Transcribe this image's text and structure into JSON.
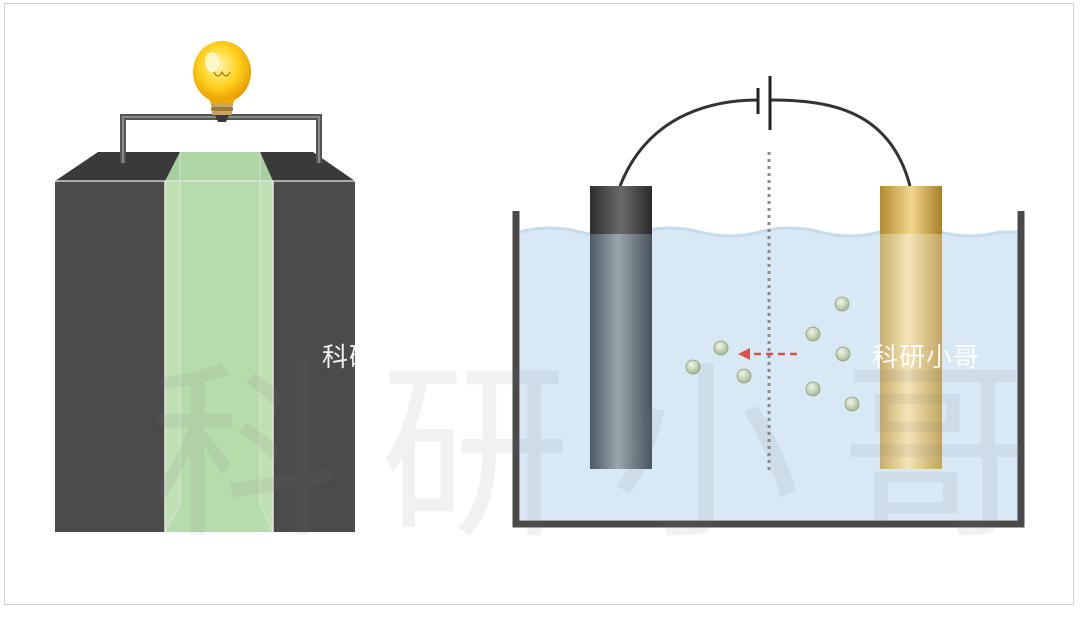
{
  "watermark": {
    "left_text": "科研小哥",
    "right_text": "科研小哥",
    "big_text": "科研小哥"
  },
  "colors": {
    "cell_dark": "#4b4b4b",
    "membrane_green": "#bfe0b3",
    "electrolyte": "#d8e8f5",
    "electrode_dark": "#5a6670",
    "electrode_gold": "#d8bd7c",
    "ion": "#c6d6b4",
    "arrow_red": "#d9534f"
  },
  "icons": {
    "bulb": "light-bulb-icon",
    "battery": "battery-symbol-icon"
  }
}
